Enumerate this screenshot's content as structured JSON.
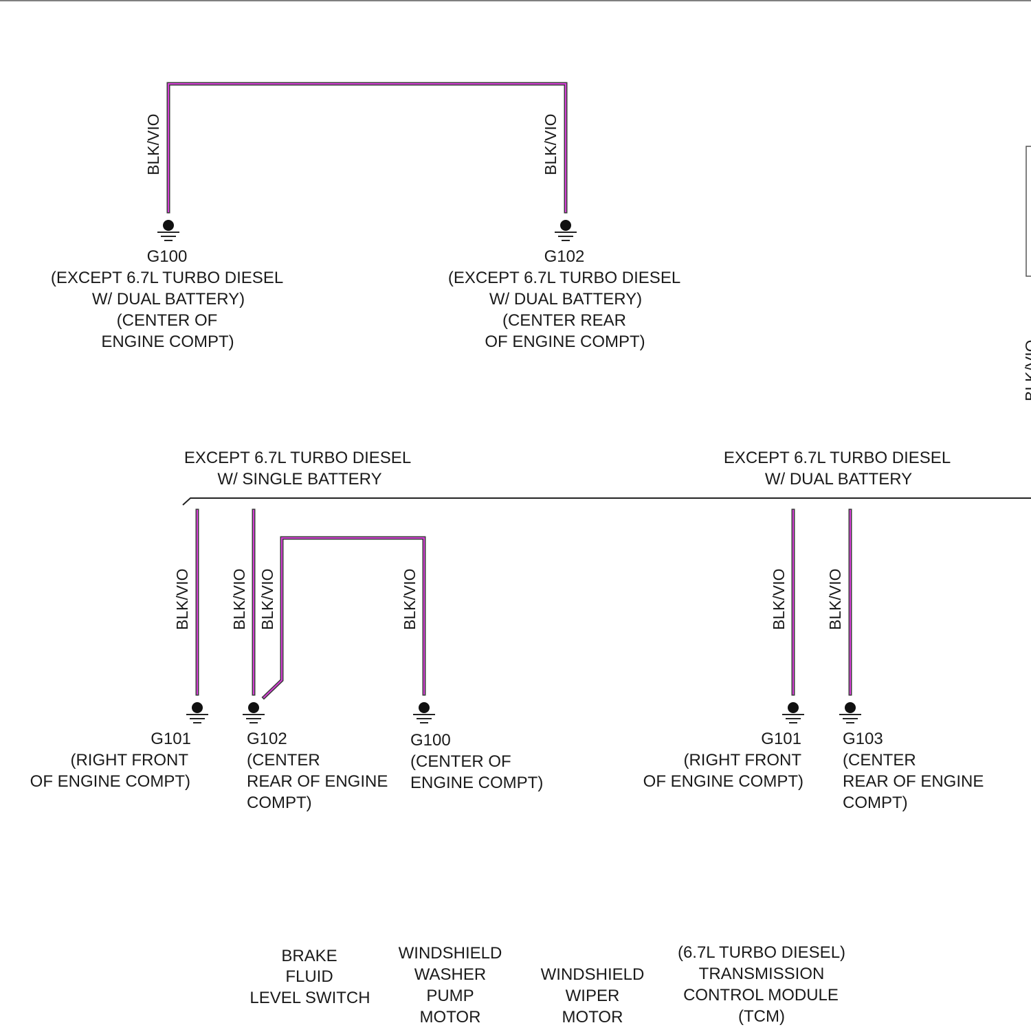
{
  "wire_color": "BLK/VIO",
  "colors": {
    "wire_primary": "#3b3b3b",
    "wire_stripe": "#d63fd6"
  },
  "grounds": {
    "g100_top": {
      "id": "G100",
      "lines": [
        "(EXCEPT 6.7L TURBO DIESEL",
        "W/ DUAL BATTERY)",
        "(CENTER OF",
        "ENGINE COMPT)"
      ]
    },
    "g102_top": {
      "id": "G102",
      "lines": [
        "(EXCEPT 6.7L TURBO DIESEL",
        "W/ DUAL BATTERY)",
        "(CENTER REAR",
        "OF ENGINE COMPT)"
      ]
    },
    "g101_single": {
      "id": "G101",
      "lines": [
        "(RIGHT FRONT",
        "OF ENGINE COMPT)"
      ]
    },
    "g102_single": {
      "id": "G102",
      "lines": [
        "(CENTER",
        "REAR OF ENGINE",
        "COMPT)"
      ]
    },
    "g100_single": {
      "id": "G100",
      "lines": [
        "(CENTER OF",
        "ENGINE COMPT)"
      ]
    },
    "g101_dual": {
      "id": "G101",
      "lines": [
        "(RIGHT FRONT",
        "OF ENGINE COMPT)"
      ]
    },
    "g103_dual": {
      "id": "G103",
      "lines": [
        "(CENTER",
        "REAR OF ENGINE",
        "COMPT)"
      ]
    }
  },
  "sections": {
    "single_battery": [
      "EXCEPT 6.7L TURBO DIESEL",
      "W/ SINGLE BATTERY"
    ],
    "dual_battery": [
      "EXCEPT 6.7L TURBO DIESEL",
      "W/ DUAL BATTERY"
    ]
  },
  "components": {
    "brake_fluid": [
      "BRAKE",
      "FLUID",
      "LEVEL SWITCH"
    ],
    "washer_pump": [
      "WINDSHIELD",
      "WASHER",
      "PUMP",
      "MOTOR"
    ],
    "wiper_motor": [
      "WINDSHIELD",
      "WIPER",
      "MOTOR"
    ],
    "tcm": [
      "(6.7L TURBO DIESEL)",
      "TRANSMISSION",
      "CONTROL MODULE",
      "(TCM)"
    ]
  },
  "edge_fragment": "BLK/VIO"
}
